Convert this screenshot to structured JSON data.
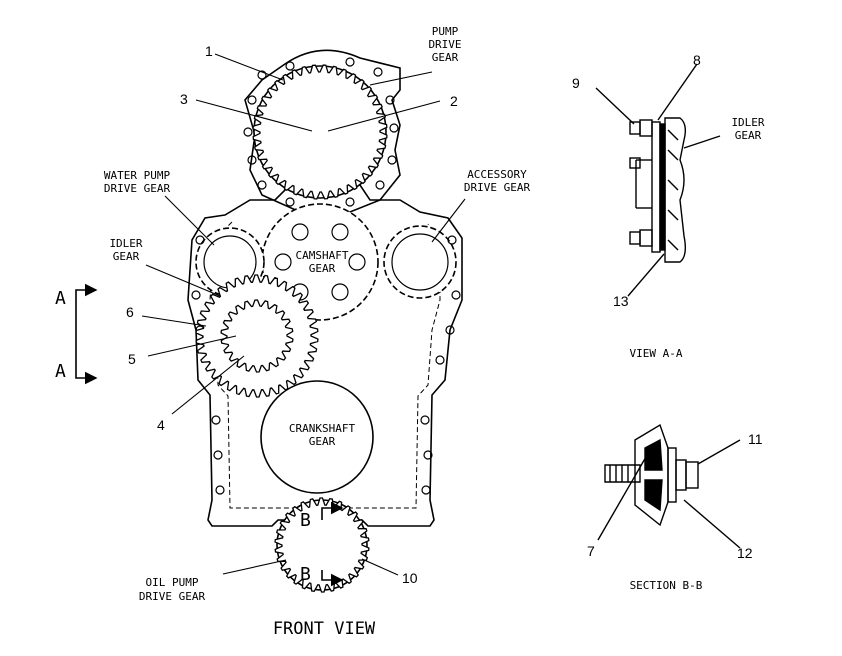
{
  "labels": {
    "pump_drive_gear": [
      "PUMP",
      "DRIVE",
      "GEAR"
    ],
    "water_pump_drive_gear": [
      "WATER PUMP",
      "DRIVE GEAR"
    ],
    "accessory_drive_gear": [
      "ACCESSORY",
      "DRIVE GEAR"
    ],
    "idler_gear": [
      "IDLER",
      "GEAR"
    ],
    "camshaft_gear": [
      "CAMSHAFT",
      "GEAR"
    ],
    "crankshaft_gear": [
      "CRANKSHAFT",
      "GEAR"
    ],
    "oil_pump_drive_gear": [
      "OIL PUMP",
      "DRIVE GEAR"
    ],
    "idler_gear_view_aa": [
      "IDLER",
      "GEAR"
    ],
    "front_view": "FRONT VIEW",
    "view_aa": "VIEW A-A",
    "section_bb": "SECTION B-B",
    "section_a": "A",
    "section_b": "B"
  },
  "callouts": [
    "1",
    "2",
    "3",
    "4",
    "5",
    "6",
    "7",
    "8",
    "9",
    "10",
    "11",
    "12",
    "13"
  ]
}
